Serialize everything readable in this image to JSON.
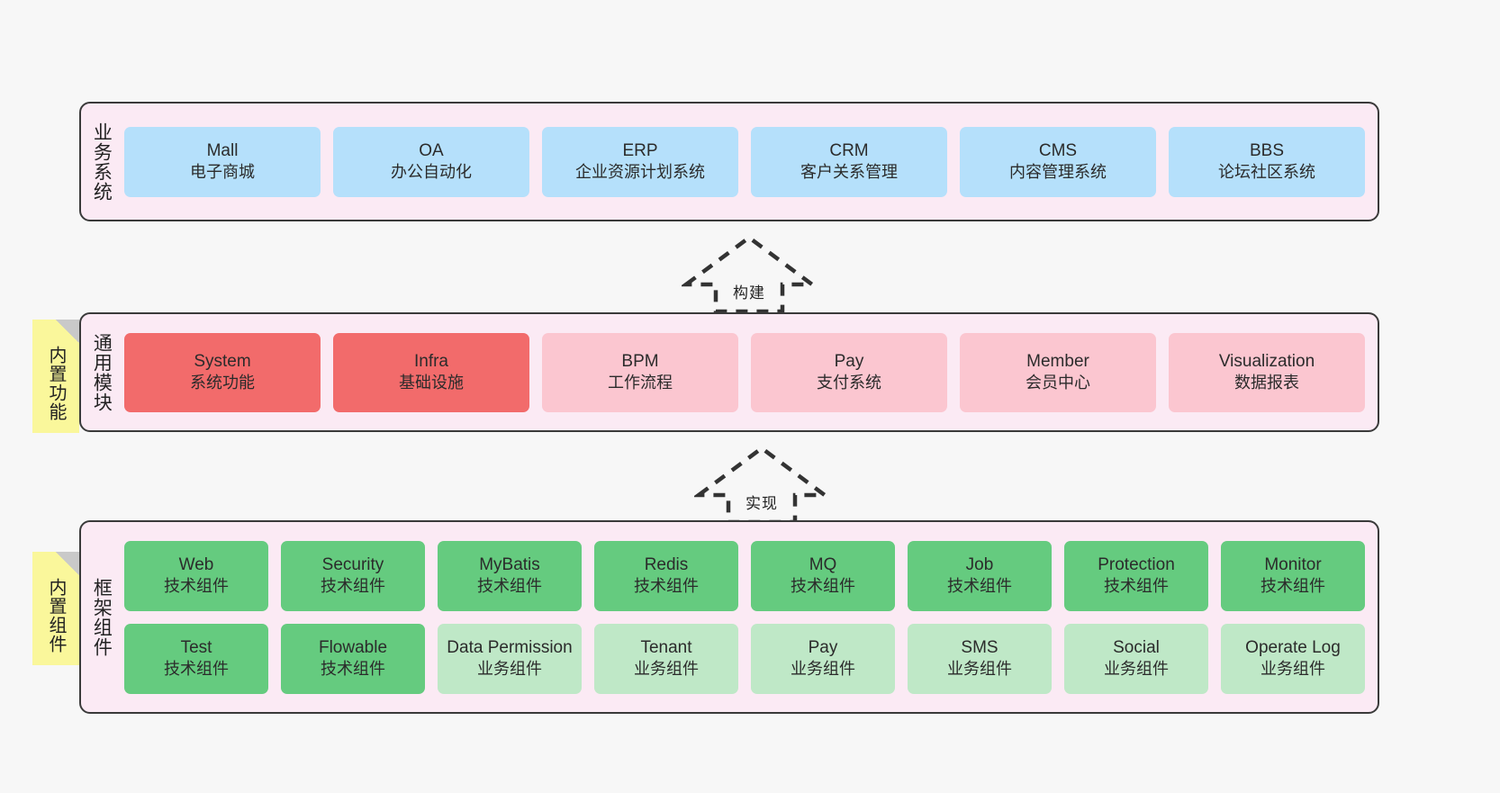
{
  "diagram": {
    "title": "",
    "colors": {
      "canvas_bg": "#f7f7f7",
      "band_bg": "#fbeaf4",
      "band_border": "#3a3a3a",
      "business_card": "#b5e0fb",
      "module_core": "#f26b6b",
      "module_other": "#fbc6d0",
      "framework_tech": "#65cb7f",
      "framework_biz": "#bfe8c7",
      "note_bg": "#faf79b"
    }
  },
  "layers": {
    "business": {
      "title": "业务系统",
      "cards": [
        {
          "name": "Mall",
          "desc": "电子商城"
        },
        {
          "name": "OA",
          "desc": "办公自动化"
        },
        {
          "name": "ERP",
          "desc": "企业资源计划系统"
        },
        {
          "name": "CRM",
          "desc": "客户关系管理"
        },
        {
          "name": "CMS",
          "desc": "内容管理系统"
        },
        {
          "name": "BBS",
          "desc": "论坛社区系统"
        }
      ]
    },
    "modules": {
      "title": "通用模块",
      "note": "内置功能",
      "cards": [
        {
          "name": "System",
          "desc": "系统功能"
        },
        {
          "name": "Infra",
          "desc": "基础设施"
        },
        {
          "name": "BPM",
          "desc": "工作流程"
        },
        {
          "name": "Pay",
          "desc": "支付系统"
        },
        {
          "name": "Member",
          "desc": "会员中心"
        },
        {
          "name": "Visualization",
          "desc": "数据报表"
        }
      ]
    },
    "framework": {
      "title": "框架组件",
      "note": "内置组件",
      "row1": [
        {
          "name": "Web",
          "desc": "技术组件"
        },
        {
          "name": "Security",
          "desc": "技术组件"
        },
        {
          "name": "MyBatis",
          "desc": "技术组件"
        },
        {
          "name": "Redis",
          "desc": "技术组件"
        },
        {
          "name": "MQ",
          "desc": "技术组件"
        },
        {
          "name": "Job",
          "desc": "技术组件"
        },
        {
          "name": "Protection",
          "desc": "技术组件"
        },
        {
          "name": "Monitor",
          "desc": "技术组件"
        }
      ],
      "row2": [
        {
          "name": "Test",
          "desc": "技术组件"
        },
        {
          "name": "Flowable",
          "desc": "技术组件"
        },
        {
          "name": "Data Permission",
          "desc": "业务组件"
        },
        {
          "name": "Tenant",
          "desc": "业务组件"
        },
        {
          "name": "Pay",
          "desc": "业务组件"
        },
        {
          "name": "SMS",
          "desc": "业务组件"
        },
        {
          "name": "Social",
          "desc": "业务组件"
        },
        {
          "name": "Operate Log",
          "desc": "业务组件"
        }
      ]
    }
  },
  "arrows": {
    "build": "构建",
    "implement": "实现"
  }
}
